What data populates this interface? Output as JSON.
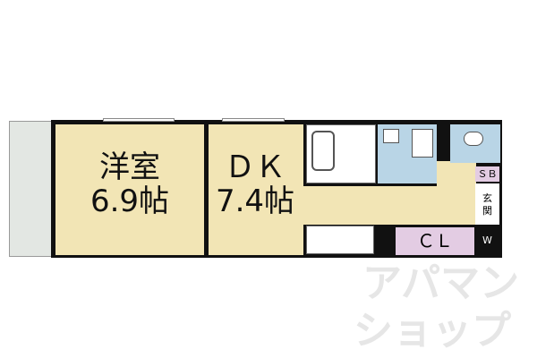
{
  "rooms": {
    "western_room": {
      "name": "洋室",
      "size": "6.9帖"
    },
    "dk": {
      "name": "ＤＫ",
      "size": "7.4帖"
    },
    "closet": "ＣＬ",
    "shoe_box": "ＳＢ",
    "entrance": "玄関",
    "washer": "W"
  },
  "watermark": {
    "line1": "アパマン",
    "line2": "ショップ"
  },
  "colors": {
    "room": "#f2e5b5",
    "wet": "#b9d5e6",
    "closet": "#e3cce3",
    "balcony": "#e3e7e3",
    "wall": "#111111"
  }
}
